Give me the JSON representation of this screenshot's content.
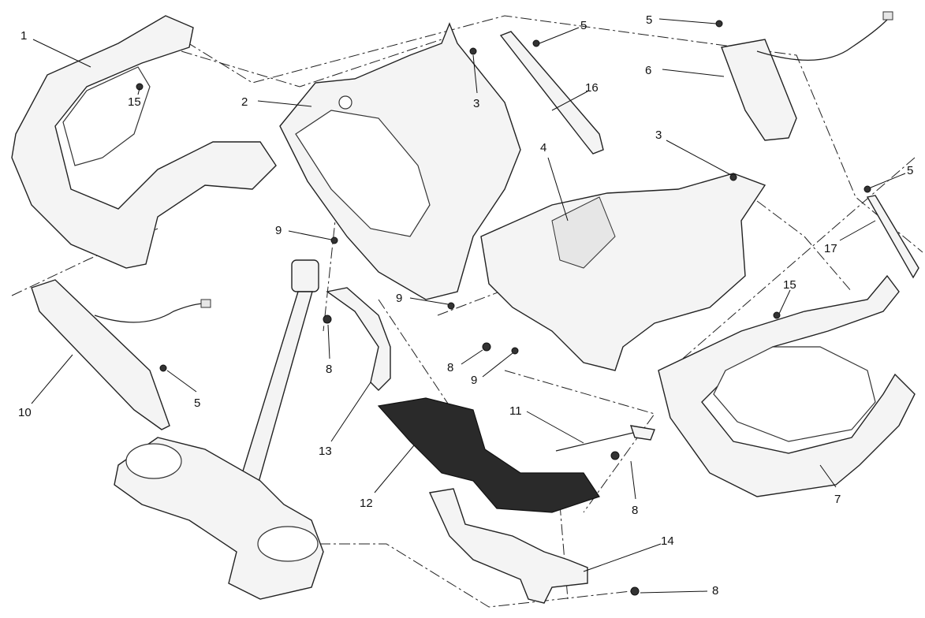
{
  "labels": [
    "1",
    "15",
    "2",
    "3",
    "5",
    "16",
    "5",
    "6",
    "3",
    "5",
    "4",
    "17",
    "9",
    "15",
    "9",
    "8",
    "8",
    "9",
    "5",
    "10",
    "13",
    "11",
    "12",
    "8",
    "7",
    "14",
    "8"
  ]
}
